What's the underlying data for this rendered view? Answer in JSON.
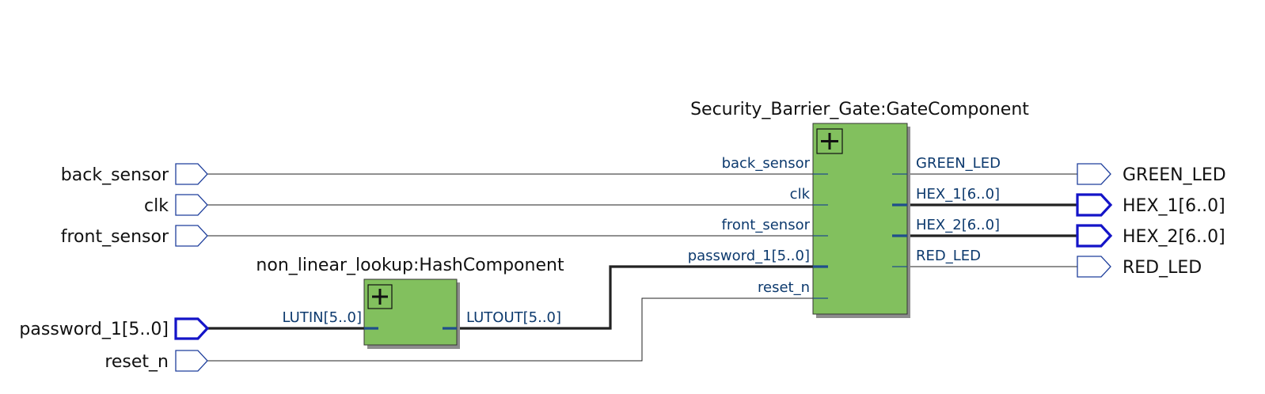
{
  "input_pins": {
    "back_sensor": "back_sensor",
    "clk": "clk",
    "front_sensor": "front_sensor",
    "password_1": "password_1[5..0]",
    "reset_n": "reset_n"
  },
  "output_pins": {
    "green_led": "GREEN_LED",
    "hex_1": "HEX_1[6..0]",
    "hex_2": "HEX_2[6..0]",
    "red_led": "RED_LED"
  },
  "hash_component": {
    "title": "non_linear_lookup:HashComponent",
    "in_port": "LUTIN[5..0]",
    "out_port": "LUTOUT[5..0]"
  },
  "gate_component": {
    "title": "Security_Barrier_Gate:GateComponent",
    "in_ports": {
      "back_sensor": "back_sensor",
      "clk": "clk",
      "front_sensor": "front_sensor",
      "password_1": "password_1[5..0]",
      "reset_n": "reset_n"
    },
    "out_ports": {
      "green_led": "GREEN_LED",
      "hex_1": "HEX_1[6..0]",
      "hex_2": "HEX_2[6..0]",
      "red_led": "RED_LED"
    }
  },
  "colors": {
    "block_fill": "#82c05e",
    "bus_pin": "#1414c8",
    "port_text": "#0d3a6e"
  }
}
